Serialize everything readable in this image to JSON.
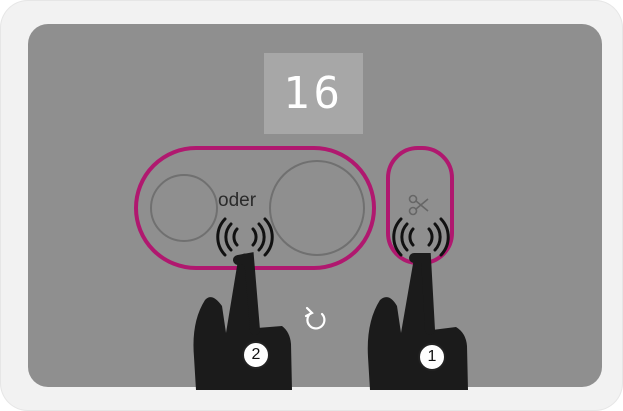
{
  "display": {
    "value": "16"
  },
  "controls": {
    "or_label": "oder"
  },
  "steps": {
    "step1": "1",
    "step2": "2"
  },
  "icons": {
    "cut": "scissors-icon",
    "reset": "reset-icon",
    "touch": "touch-waves-icon",
    "hand": "pointing-hand-icon"
  },
  "colors": {
    "highlight": "#b0186f",
    "panel": "#8f8f8f",
    "display_bg": "#a7a7a7"
  }
}
